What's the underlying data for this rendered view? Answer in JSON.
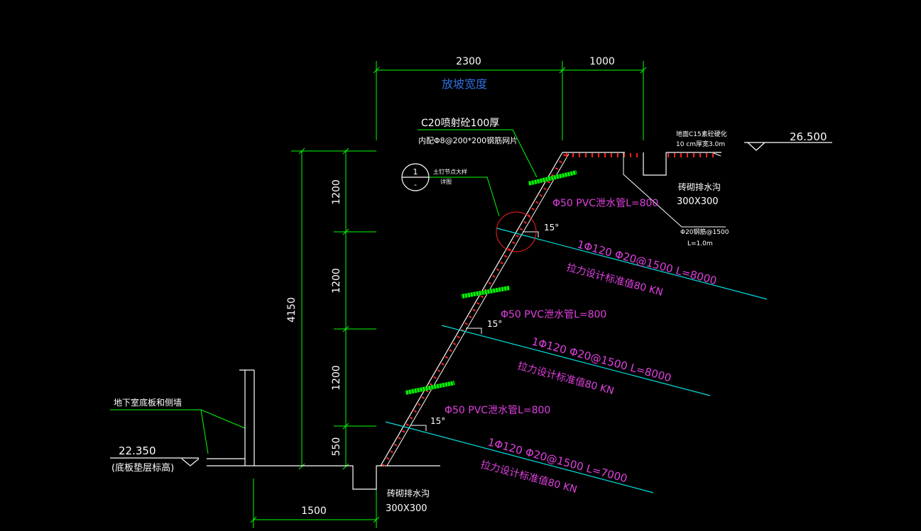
{
  "colors": {
    "background": "#000000",
    "dimension": "#00ff00",
    "outline": "#ffffff",
    "anchor": "#00e0e0",
    "annotation": "#e040e0",
    "rebar": "#ff2020",
    "title": "#2f6fe0"
  },
  "dimensions": {
    "top_left": "2300",
    "top_right": "1000",
    "total_height": "4150",
    "seg1": "1200",
    "seg2": "1200",
    "seg3": "1200",
    "seg4": "550",
    "bottom": "1500"
  },
  "labels": {
    "slope_width": "放坡宽度",
    "shotcrete_line1": "C20喷射砼100厚",
    "shotcrete_line2": "内配Φ8@200*200钢筋网片",
    "detail_number": "1",
    "detail_sheet": "-",
    "detail_note_line1": "土钉节点大样",
    "detail_note_line2": "详图",
    "surface_line1": "地面C15素砼硬化",
    "surface_line2": "10 cm厚宽3.0m",
    "top_elevation": "26.500",
    "top_ditch": "砖砌排水沟",
    "top_ditch_size": "300X300",
    "rebar_note_line1": "Φ20钢筋@1500",
    "rebar_note_line2": "L=1.0m",
    "basement_label": "地下室底板和侧墙",
    "bottom_elevation": "22.350",
    "bottom_elevation_note": "(底板垫层标高)",
    "bottom_ditch": "砖砌排水沟",
    "bottom_ditch_size": "300X300"
  },
  "anchor_rows": [
    {
      "drain": "Φ50 PVC泄水管L=800",
      "angle": "15°",
      "spec": "1Φ120    Φ20@1500  L=8000",
      "force": "拉力设计标准值80 KN"
    },
    {
      "drain": "Φ50 PVC泄水管L=800",
      "angle": "15°",
      "spec": "1Φ120    Φ20@1500  L=8000",
      "force": "拉力设计标准值80 KN"
    },
    {
      "drain": "Φ50 PVC泄水管L=800",
      "angle": "15°",
      "spec": "1Φ120    Φ20@1500  L=7000",
      "force": "拉力设计标准值80 KN"
    }
  ]
}
